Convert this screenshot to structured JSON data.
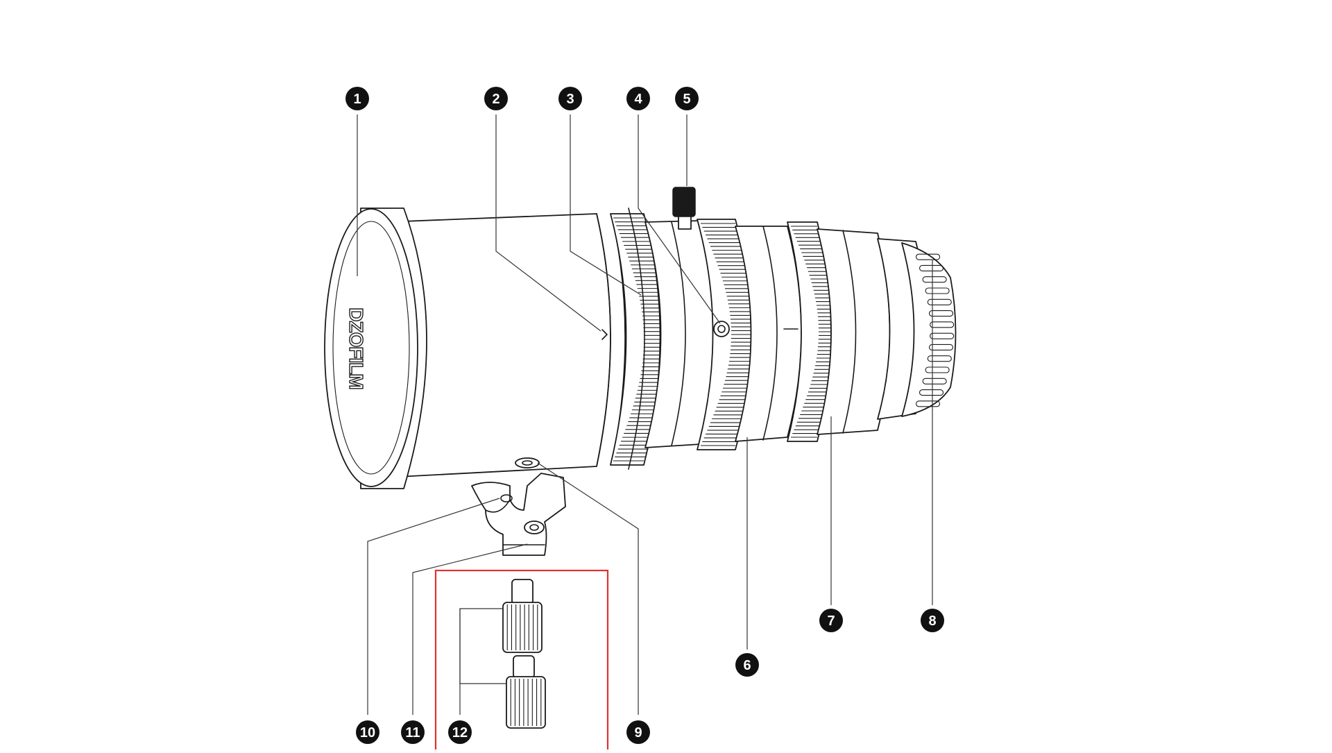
{
  "diagram": {
    "brand_mark": "DZOFILM",
    "highlight_color": "#e0312f",
    "badge_color": "#111111",
    "callouts": [
      "1",
      "2",
      "3",
      "4",
      "5",
      "6",
      "7",
      "8",
      "9",
      "10",
      "11",
      "12"
    ]
  }
}
